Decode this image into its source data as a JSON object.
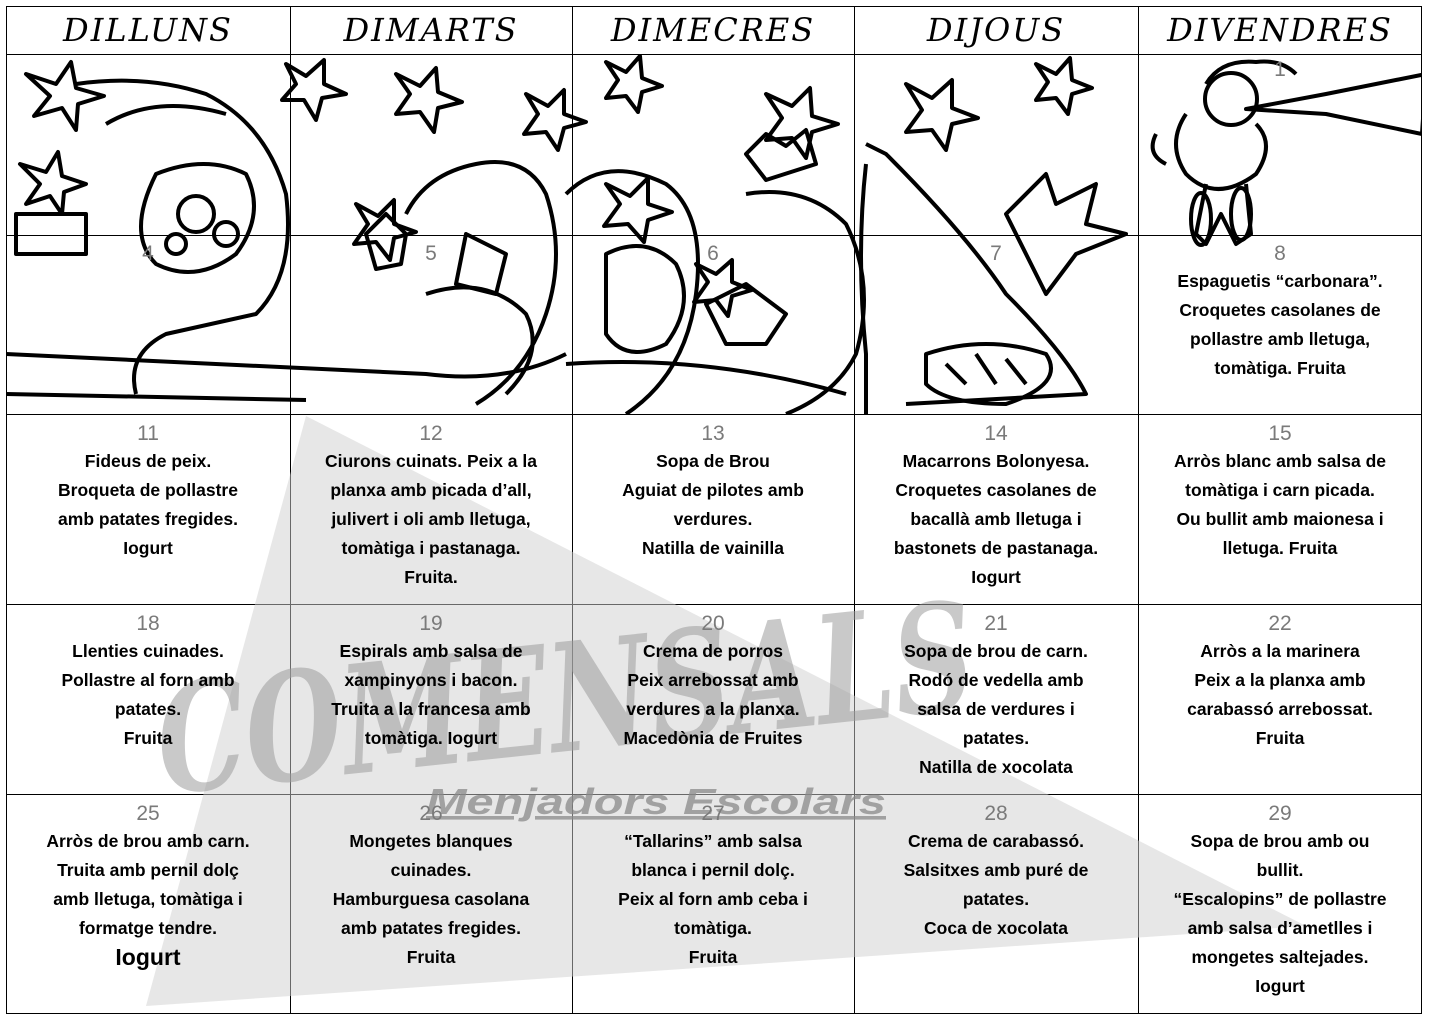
{
  "days": [
    "DILLUNS",
    "DIMARTS",
    "DIMECRES",
    "DIJOUS",
    "DIVENDRES"
  ],
  "watermark": {
    "brand": "COMENSALS",
    "tagline": "Menjadors Escolars"
  },
  "weeks": [
    {
      "cells": [
        {
          "num": "",
          "lines": []
        },
        {
          "num": "",
          "lines": []
        },
        {
          "num": "",
          "lines": []
        },
        {
          "num": "",
          "lines": []
        },
        {
          "num": "1",
          "lines": []
        }
      ]
    },
    {
      "cells": [
        {
          "num": "4",
          "lines": []
        },
        {
          "num": "5",
          "lines": []
        },
        {
          "num": "6",
          "lines": []
        },
        {
          "num": "7",
          "lines": []
        },
        {
          "num": "8",
          "lines": [
            "Espaguetis “carbonara”.",
            "Croquetes casolanes de",
            "pollastre amb lletuga,",
            "tomàtiga. Fruita"
          ]
        }
      ]
    },
    {
      "cells": [
        {
          "num": "11",
          "lines": [
            "Fideus de peix.",
            "Broqueta de pollastre",
            "amb patates fregides.",
            "Iogurt"
          ]
        },
        {
          "num": "12",
          "lines": [
            "Ciurons cuinats. Peix a la",
            "planxa amb picada d’all,",
            "julivert i oli amb lletuga,",
            "tomàtiga i pastanaga.",
            "Fruita."
          ]
        },
        {
          "num": "13",
          "lines": [
            "Sopa de Brou",
            "Aguiat de pilotes amb",
            "verdures.",
            "Natilla de vainilla"
          ]
        },
        {
          "num": "14",
          "lines": [
            "Macarrons Bolonyesa.",
            "Croquetes casolanes de",
            "bacallà amb lletuga i",
            "bastonets de pastanaga.",
            "Iogurt"
          ]
        },
        {
          "num": "15",
          "lines": [
            "Arròs blanc amb salsa de",
            "tomàtiga i carn picada.",
            "Ou bullit amb maionesa i",
            "lletuga. Fruita"
          ]
        }
      ]
    },
    {
      "cells": [
        {
          "num": "18",
          "lines": [
            "Llenties cuinades.",
            "Pollastre al forn amb",
            "patates.",
            "Fruita"
          ]
        },
        {
          "num": "19",
          "lines": [
            "Espirals amb salsa de",
            "xampinyons i bacon.",
            "Truita a la francesa amb",
            "tomàtiga. Iogurt"
          ]
        },
        {
          "num": "20",
          "lines": [
            "Crema de porros",
            "Peix arrebossat amb",
            "verdures a la planxa.",
            "Macedònia de Fruites"
          ]
        },
        {
          "num": "21",
          "lines": [
            "Sopa de brou de carn.",
            "Rodó de vedella amb",
            "salsa de verdures i",
            "patates.",
            "Natilla de xocolata"
          ]
        },
        {
          "num": "22",
          "lines": [
            "Arròs a la marinera",
            "Peix a la planxa amb",
            "carabassó arrebossat.",
            "Fruita"
          ]
        }
      ]
    },
    {
      "cells": [
        {
          "num": "25",
          "lines": [
            "Arròs de brou amb carn.",
            "Truita amb pernil dolç",
            "amb lletuga, tomàtiga i",
            "formatge tendre.",
            "Iogurt"
          ]
        },
        {
          "num": "26",
          "lines": [
            "Mongetes blanques",
            "cuinades.",
            "Hamburguesa casolana",
            "amb patates fregides.",
            "Fruita"
          ]
        },
        {
          "num": "27",
          "lines": [
            "“Tallarins” amb salsa",
            "blanca i pernil dolç.",
            "Peix al forn amb ceba i",
            "tomàtiga.",
            "Fruita"
          ]
        },
        {
          "num": "28",
          "lines": [
            "Crema de carabassó.",
            "Salsitxes amb puré de",
            "patates.",
            "Coca de xocolata"
          ]
        },
        {
          "num": "29",
          "lines": [
            "Sopa de brou amb ou",
            "bullit.",
            "“Escalopins” de pollastre",
            "amb salsa d’ametlles i",
            "mongetes saltejades.",
            "Iogurt"
          ]
        }
      ]
    }
  ]
}
